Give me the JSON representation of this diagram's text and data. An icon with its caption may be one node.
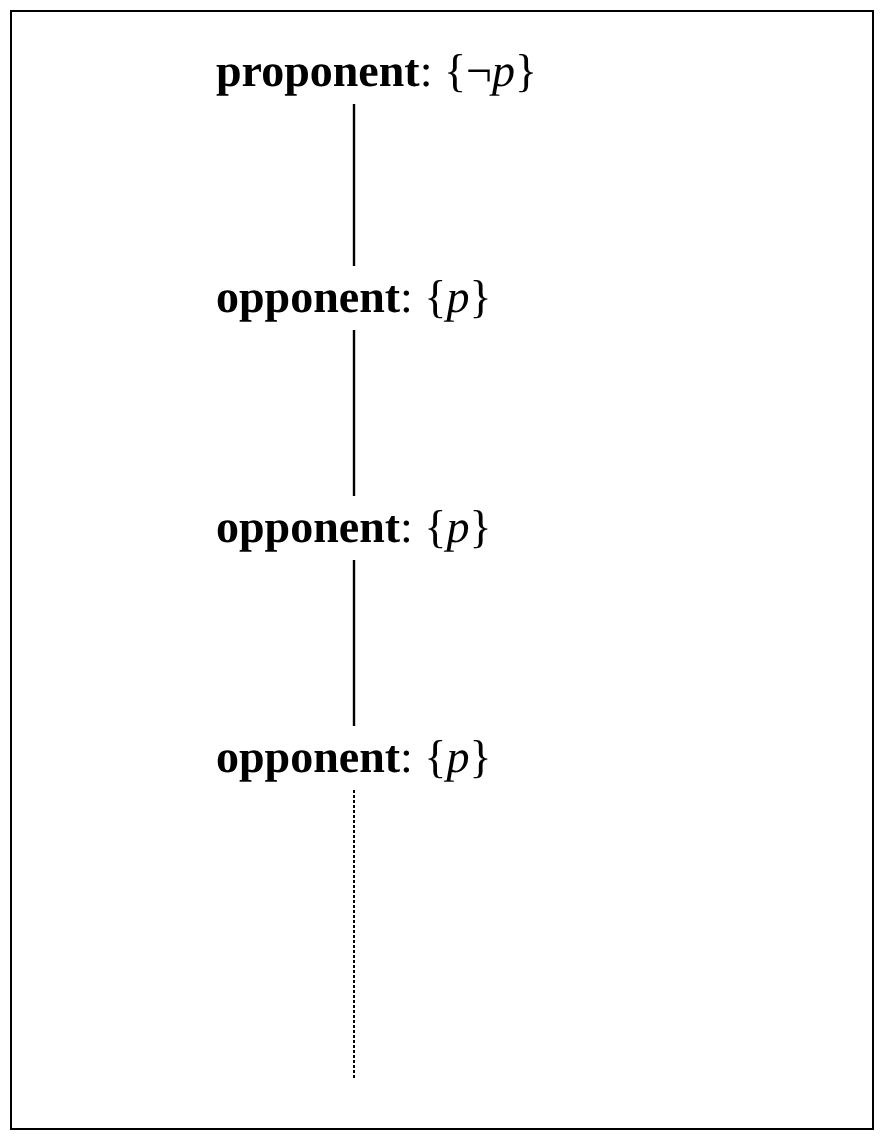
{
  "diagram": {
    "nodes": [
      {
        "text": [
          "**proponent**: {¬*p*}"
        ]
      },
      {
        "text": [
          "**opponent**: {*p*}"
        ]
      },
      {
        "text": [
          "**opponent**: {*p*}"
        ]
      },
      {
        "text": [
          "**opponent**: {*p*}"
        ]
      }
    ],
    "edges": [
      {
        "from": 0,
        "to": 1,
        "arrow": "none"
      },
      {
        "from": 1,
        "to": 2,
        "arrow": "none"
      },
      {
        "from": 2,
        "to": 3,
        "arrow": "none"
      },
      {
        "from": 3,
        "to": null,
        "arrow": "none",
        "style": "dashed"
      }
    ]
  }
}
